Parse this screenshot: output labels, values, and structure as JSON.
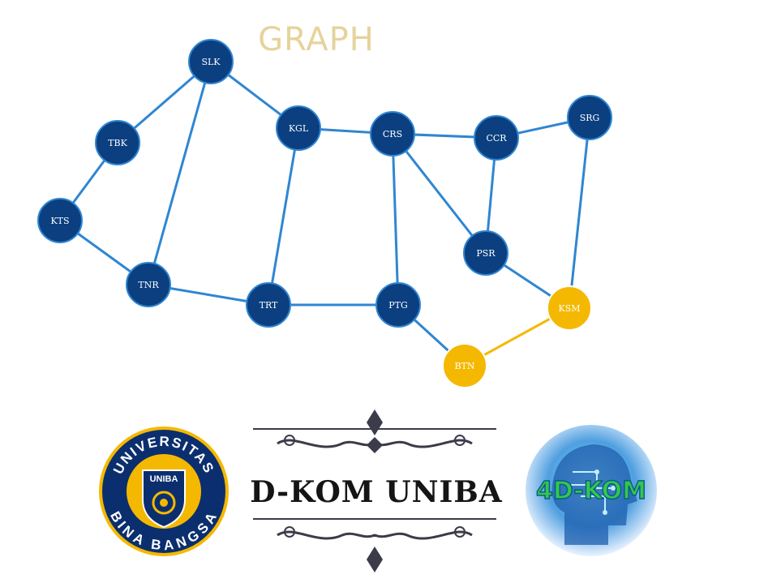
{
  "title": "GRAPH",
  "colors": {
    "node": "#0b3f7f",
    "node_stroke": "#2f86d2",
    "edge": "#2f86d2",
    "highlight": "#f5b800",
    "title": "#e6d39c"
  },
  "graph": {
    "nodes": [
      {
        "id": "SLK",
        "label": "SLK"
      },
      {
        "id": "TBK",
        "label": "TBK"
      },
      {
        "id": "KGL",
        "label": "KGL"
      },
      {
        "id": "CRS",
        "label": "CRS"
      },
      {
        "id": "CCR",
        "label": "CCR"
      },
      {
        "id": "SRG",
        "label": "SRG"
      },
      {
        "id": "KTS",
        "label": "KTS"
      },
      {
        "id": "PSR",
        "label": "PSR"
      },
      {
        "id": "TNR",
        "label": "TNR"
      },
      {
        "id": "TRT",
        "label": "TRT"
      },
      {
        "id": "PTG",
        "label": "PTG"
      },
      {
        "id": "KSM",
        "label": "KSM",
        "highlight": true
      },
      {
        "id": "BTN",
        "label": "BTN",
        "highlight": true
      }
    ],
    "edges": [
      {
        "from": "SLK",
        "to": "TBK"
      },
      {
        "from": "SLK",
        "to": "KGL"
      },
      {
        "from": "SLK",
        "to": "TNR"
      },
      {
        "from": "TBK",
        "to": "KTS"
      },
      {
        "from": "KTS",
        "to": "TNR"
      },
      {
        "from": "TNR",
        "to": "TRT"
      },
      {
        "from": "KGL",
        "to": "CRS"
      },
      {
        "from": "KGL",
        "to": "TRT"
      },
      {
        "from": "TRT",
        "to": "PTG"
      },
      {
        "from": "CRS",
        "to": "CCR"
      },
      {
        "from": "CRS",
        "to": "PTG"
      },
      {
        "from": "CRS",
        "to": "PSR"
      },
      {
        "from": "CCR",
        "to": "SRG"
      },
      {
        "from": "CCR",
        "to": "PSR"
      },
      {
        "from": "SRG",
        "to": "KSM"
      },
      {
        "from": "PSR",
        "to": "KSM"
      },
      {
        "from": "PTG",
        "to": "BTN"
      },
      {
        "from": "BTN",
        "to": "KSM",
        "highlight": true
      }
    ]
  },
  "banner": {
    "text": "D-KOM UNIBA"
  },
  "logos": {
    "left": {
      "top_text": "UNIVERSITAS",
      "bottom_text": "BINA BANGSA",
      "shield_text": "UNIBA"
    },
    "right": {
      "text": "4D-KOM"
    }
  }
}
